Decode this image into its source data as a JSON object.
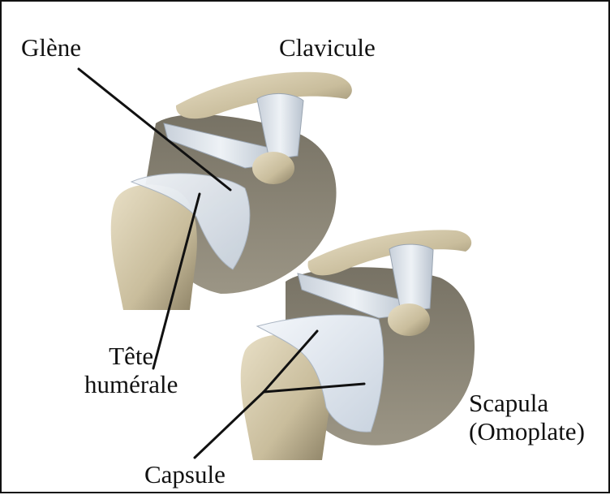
{
  "labels": {
    "glene": "Glène",
    "clavicule": "Clavicule",
    "tete_line1": "Tête",
    "tete_line2": "humérale",
    "scapula_line1": "Scapula",
    "scapula_line2": "(Omoplate)",
    "capsule": "Capsule"
  },
  "colors": {
    "bone": "#d9cfb4",
    "bone_shadow": "#8f8568",
    "ligament": "#dde3ea",
    "capsule": "#e4ebf4",
    "leader": "#111111",
    "border": "#111111"
  }
}
